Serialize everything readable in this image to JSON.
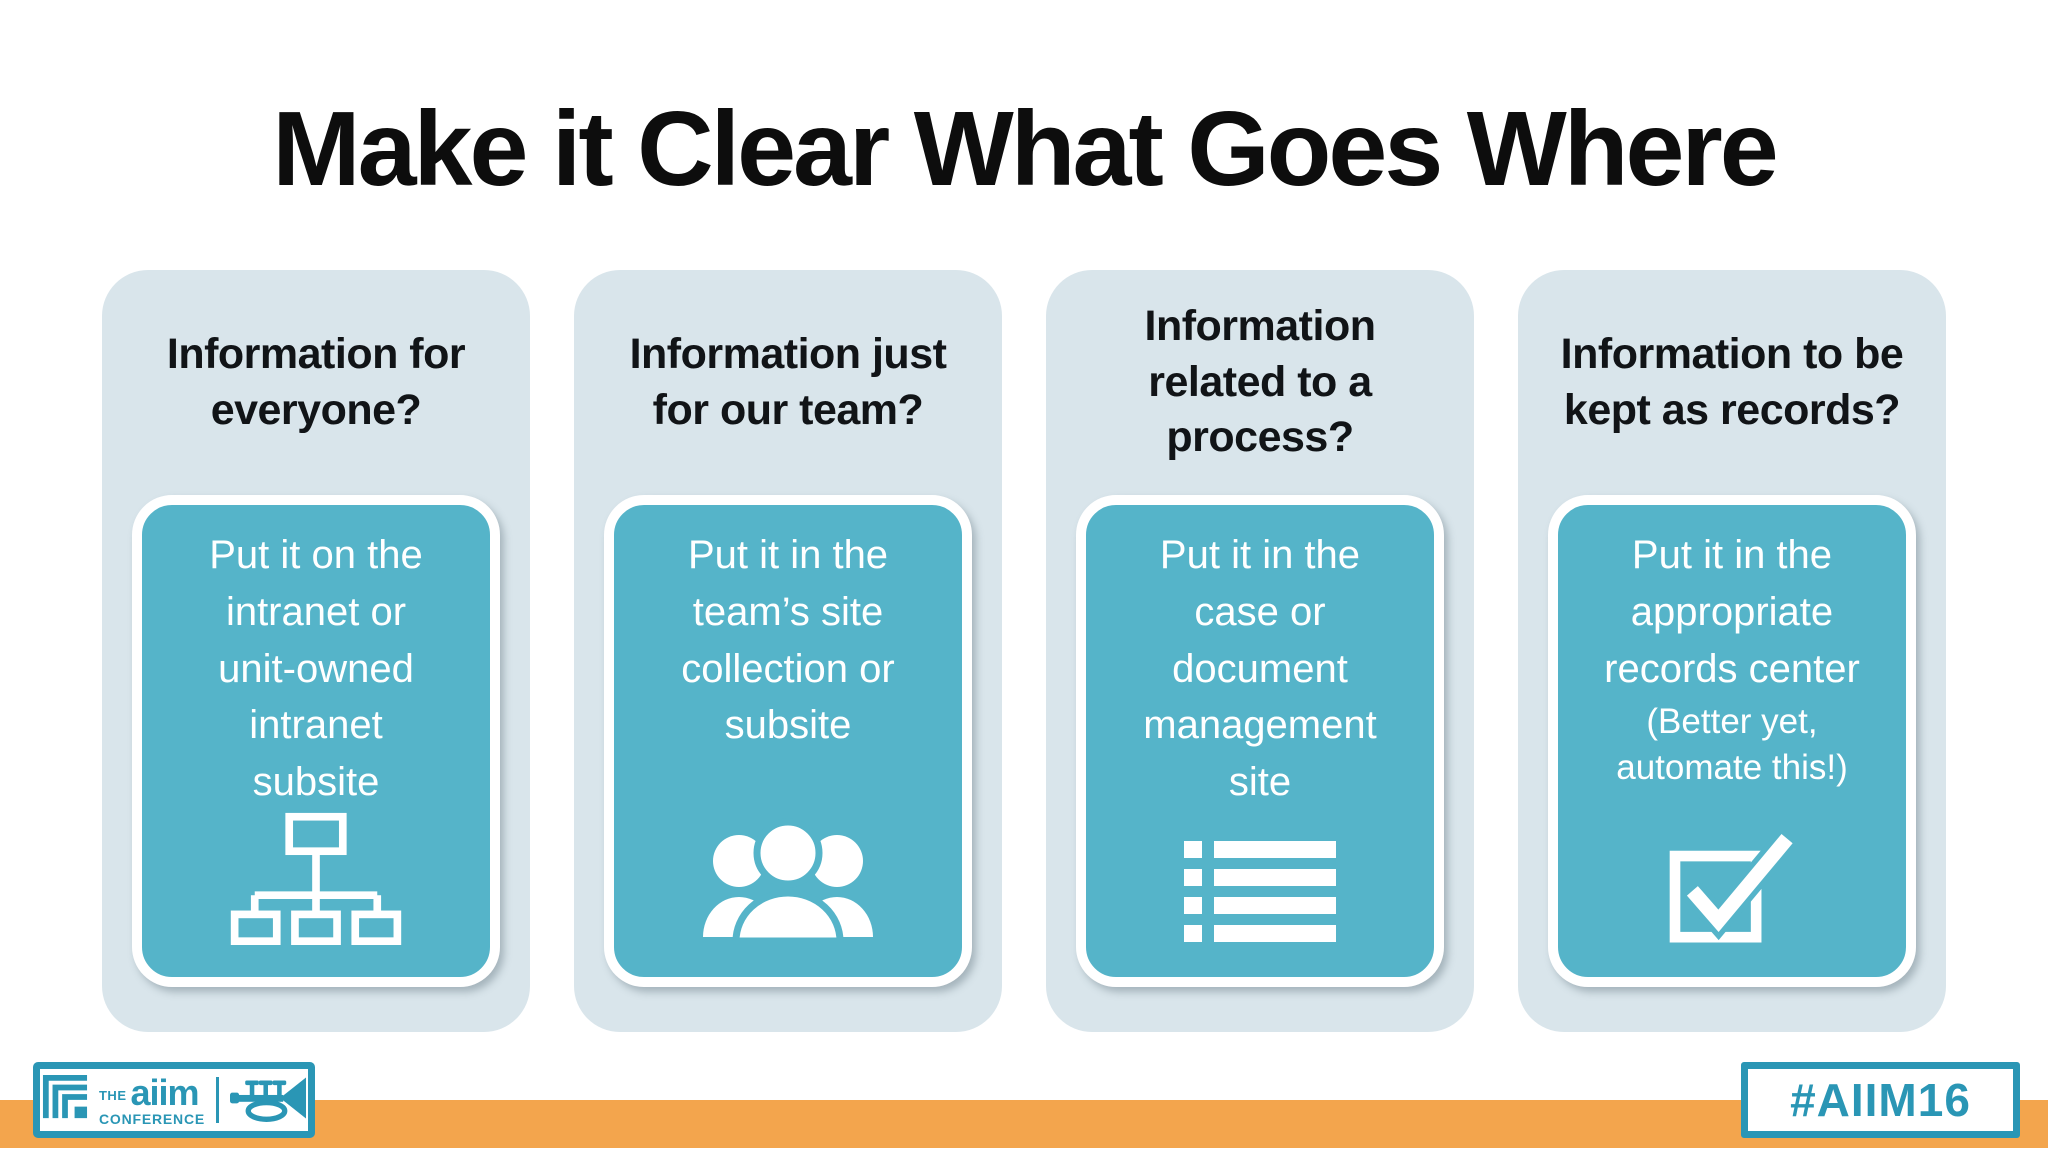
{
  "title": "Make it Clear What Goes Where",
  "columns": [
    {
      "id": "everyone",
      "question": "Information for\neveryone?",
      "answer": "Put it on the\nintranet or\nunit-owned\nintranet\nsubsite",
      "note": "",
      "icon": "sitemap-icon"
    },
    {
      "id": "team",
      "question": "Information just\nfor our team?",
      "answer": "Put it in the\nteam’s site\ncollection or\nsubsite",
      "note": "",
      "icon": "people-icon"
    },
    {
      "id": "process",
      "question": "Information\nrelated to a\nprocess?",
      "answer": "Put it in the\ncase or\ndocument\nmanagement\nsite",
      "note": "",
      "icon": "list-icon"
    },
    {
      "id": "records",
      "question": "Information to be\nkept as records?",
      "answer": "Put it in the\nappropriate\nrecords center",
      "note": "(Better yet,\nautomate this!)",
      "icon": "checkbox-icon"
    }
  ],
  "footer": {
    "logo": {
      "the": "THE",
      "aiim": "aiim",
      "conference": "CONFERENCE"
    },
    "hashtag": "#AIIM16"
  },
  "colors": {
    "column_bg": "#D9E5EB",
    "box_teal": "#55B4C9",
    "orange": "#F3A54D",
    "brand_teal": "#2A96B5",
    "title_color": "#0D0D0D"
  }
}
